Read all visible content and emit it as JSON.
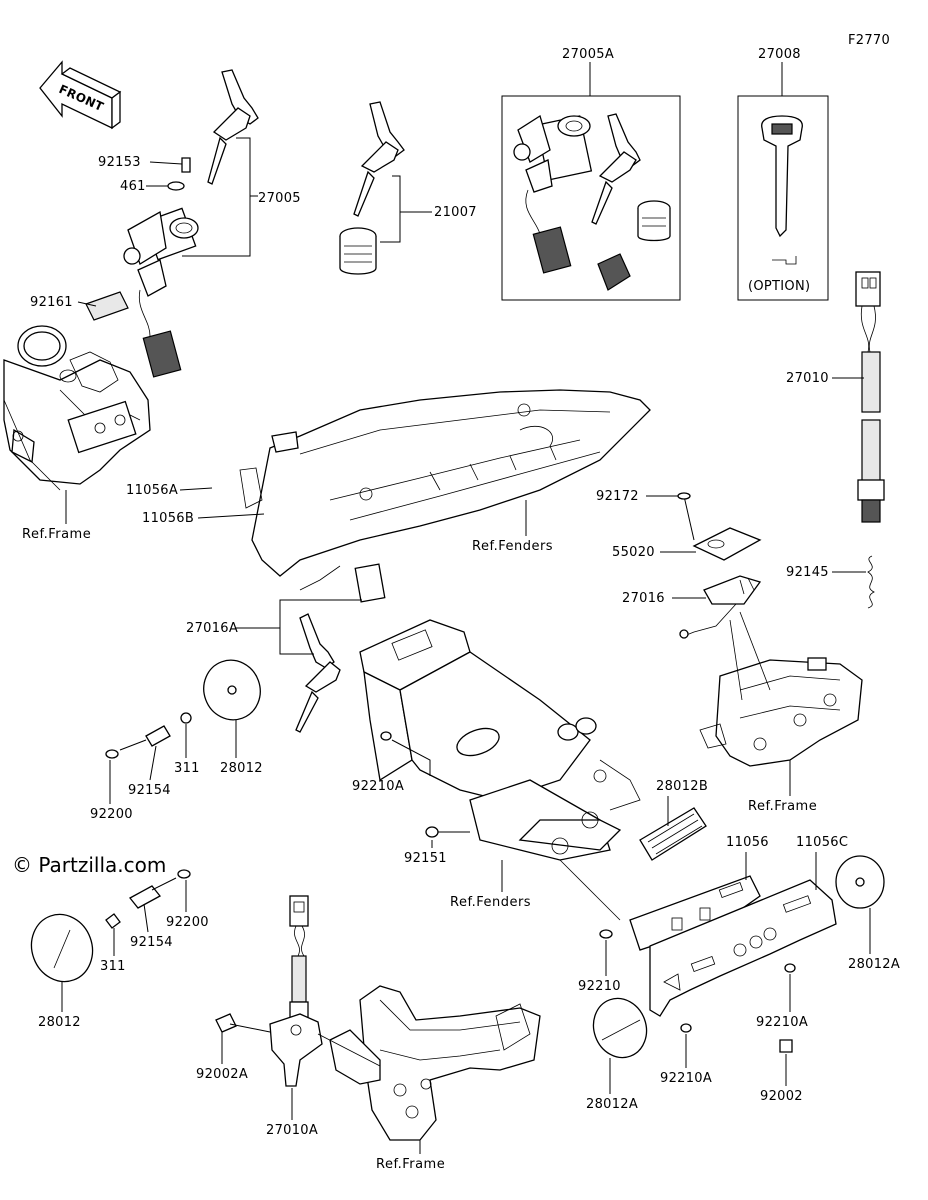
{
  "figure_code": "F2770",
  "front_label": "FRONT",
  "watermark": "© Partzilla.com",
  "option_label": "(OPTION)",
  "parts": {
    "p92153": "92153",
    "p461": "461",
    "p27005": "27005",
    "p92161": "92161",
    "p21007": "21007",
    "p27005A": "27005A",
    "p27008": "27008",
    "p27010": "27010",
    "p11056A": "11056A",
    "p11056B": "11056B",
    "p92172": "92172",
    "p55020": "55020",
    "p27016": "27016",
    "p92145": "92145",
    "p27016A": "27016A",
    "p28012_a": "28012",
    "p311_a": "311",
    "p92154_a": "92154",
    "p92200_a": "92200",
    "p92210A_a": "92210A",
    "p92151": "92151",
    "p28012B": "28012B",
    "p11056": "11056",
    "p11056C": "11056C",
    "p92200_b": "92200",
    "p92154_b": "92154",
    "p311_b": "311",
    "p28012_b": "28012",
    "p92210": "92210",
    "p28012A_a": "28012A",
    "p92210A_b": "92210A",
    "p92210A_c": "92210A",
    "p92002": "92002",
    "p28012A_b": "28012A",
    "p92002A": "92002A",
    "p27010A": "27010A"
  },
  "refs": {
    "frame_left": "Ref.Frame",
    "fenders_top": "Ref.Fenders",
    "frame_right": "Ref.Frame",
    "fenders_mid": "Ref.Fenders",
    "frame_bottom": "Ref.Frame"
  }
}
